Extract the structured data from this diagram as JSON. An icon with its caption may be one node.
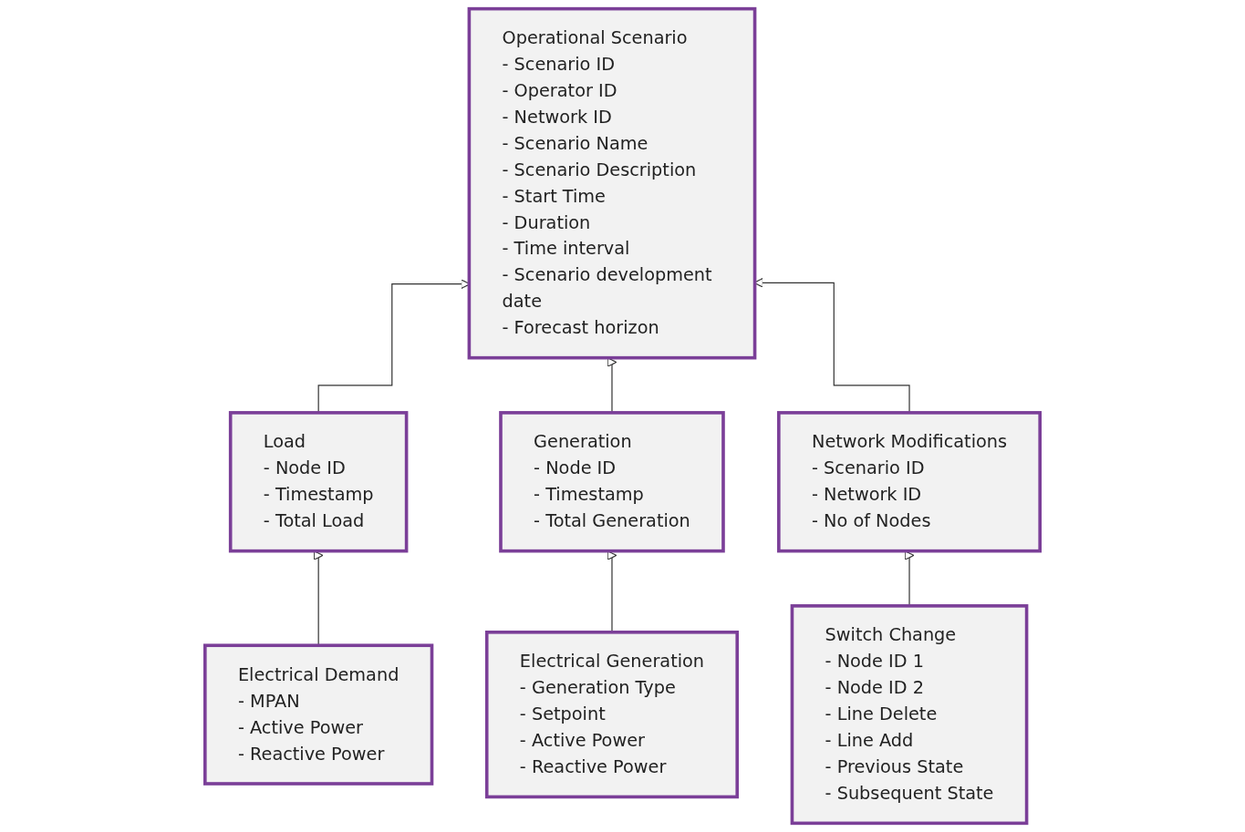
{
  "diagram": {
    "nodes": [
      {
        "text": [
          "Operational Scenario",
          "- Scenario ID",
          "- Operator ID",
          "- Network ID",
          "- Scenario Name",
          "- Scenario Description",
          "- Start Time",
          "- Duration",
          "- Time interval",
          "- Scenario development date",
          "- Forecast horizon"
        ]
      },
      {
        "text": [
          "Load",
          "- Node ID",
          "- Timestamp",
          "- Total Load"
        ]
      },
      {
        "text": [
          "Generation",
          "- Node ID",
          "- Timestamp",
          "- Total Generation"
        ]
      },
      {
        "text": [
          "Network Modifications",
          "- Scenario ID",
          "- Network ID",
          "- No of Nodes"
        ]
      },
      {
        "text": [
          "Electrical Demand",
          "- MPAN",
          "- Active Power",
          "- Reactive Power"
        ]
      },
      {
        "text": [
          "Electrical Generation",
          "- Generation Type",
          "- Setpoint",
          "- Active Power",
          "- Reactive Power"
        ]
      },
      {
        "text": [
          "Switch Change",
          "- Node ID 1",
          "- Node ID 2",
          "- Line Delete",
          "- Line Add",
          "- Previous State",
          "- Subsequent State"
        ]
      }
    ],
    "edges": [
      {
        "from": 1,
        "to": 0,
        "arrow": "to"
      },
      {
        "from": 2,
        "to": 0,
        "arrow": "to"
      },
      {
        "from": 3,
        "to": 0,
        "arrow": "to"
      },
      {
        "from": 4,
        "to": 1,
        "arrow": "to"
      },
      {
        "from": 5,
        "to": 2,
        "arrow": "to"
      },
      {
        "from": 6,
        "to": 3,
        "arrow": "to"
      }
    ]
  }
}
